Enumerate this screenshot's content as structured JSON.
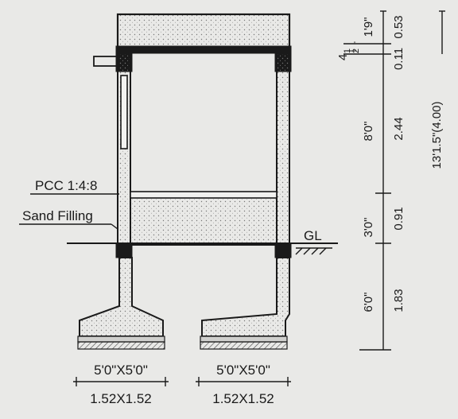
{
  "labels": {
    "pcc": "PCC 1:4:8",
    "sand": "Sand Filling",
    "gl": "GL",
    "footing_imperial": "5'0\"X5'0\"",
    "footing_metric": "1.52X1.52"
  },
  "dimensions": {
    "imperial": {
      "top": "1'9\"",
      "slab_whole": "4",
      "slab_num": "1",
      "slab_den": "2",
      "slab_unit": "\"",
      "wall": "8'0\"",
      "plinth": "3'0\"",
      "foundation": "6'0\""
    },
    "metric": {
      "top": "0.53",
      "slab": "0.11",
      "wall": "2.44",
      "plinth": "0.91",
      "foundation": "1.83"
    },
    "overall": "13'1.5\"(4.00)"
  },
  "colors": {
    "paper": "#e9e9e7",
    "ink": "#1a1a1a",
    "hatch": "#555555"
  }
}
